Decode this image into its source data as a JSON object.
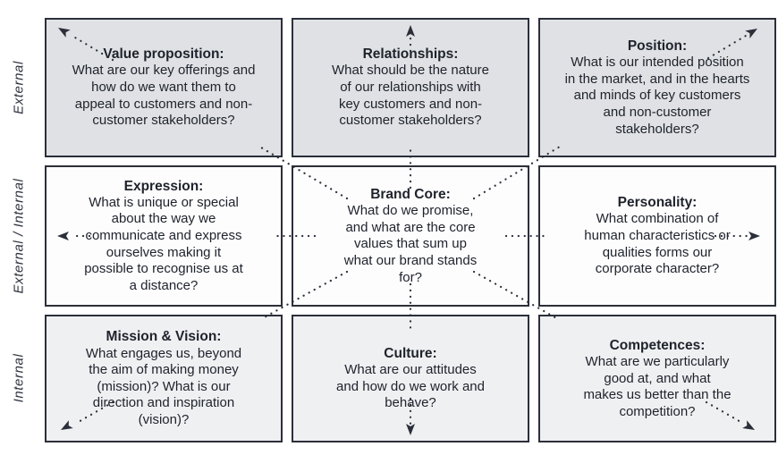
{
  "matrix": {
    "row_labels": [
      "External",
      "External / Internal",
      "Internal"
    ],
    "cells": [
      {
        "key": "value-proposition",
        "row": "External",
        "title": "Value proposition:",
        "body": "What are our key offerings and\nhow do we want them to\nappeal to customers and non-\ncustomer stakeholders?"
      },
      {
        "key": "relationships",
        "row": "External",
        "title": "Relationships:",
        "body": "What should be the nature\nof our relationships with\nkey customers and non-\ncustomer stakeholders?"
      },
      {
        "key": "position",
        "row": "External",
        "title": "Position:",
        "body": "What is our intended position\nin the market, and in the hearts\nand minds of key customers\nand non-customer\nstakeholders?"
      },
      {
        "key": "expression",
        "row": "External / Internal",
        "title": "Expression:",
        "body": "What is unique or special\nabout the way we\ncommunicate and express\nourselves making it\npossible to recognise us at\na distance?"
      },
      {
        "key": "brand-core",
        "row": "External / Internal",
        "title": "Brand Core:",
        "body": "What do we promise,\nand what are the core\nvalues that sum up\nwhat our brand stands\nfor?"
      },
      {
        "key": "personality",
        "row": "External / Internal",
        "title": "Personality:",
        "body": "What combination of\nhuman characteristics or\nqualities forms our\ncorporate character?"
      },
      {
        "key": "mission-vision",
        "row": "Internal",
        "title": "Mission & Vision:",
        "body": "What engages us, beyond\nthe aim of making money\n(mission)? What is our\ndirection and inspiration\n(vision)?"
      },
      {
        "key": "culture",
        "row": "Internal",
        "title": "Culture:",
        "body": "What are our attitudes\nand how do we work and\nbehave?"
      },
      {
        "key": "competences",
        "row": "Internal",
        "title": "Competences:",
        "body": "What are we particularly\ngood at, and what\nmakes us better than the\ncompetition?"
      }
    ]
  },
  "arrows": [
    "dotted-arrow-up-left",
    "dotted-arrow-up",
    "dotted-arrow-up-right",
    "dotted-arrow-left",
    "dotted-arrow-right",
    "dotted-arrow-down-left",
    "dotted-arrow-down",
    "dotted-arrow-down-right"
  ],
  "colors": {
    "external_row_fill": "#dfe1e4",
    "external_internal_row_fill": "#fdfdfe",
    "internal_row_fill": "#eff0f2",
    "border": "#2b2f39",
    "text": "#1e222b",
    "arrow": "#2b2f39",
    "background": "#ffffff"
  }
}
